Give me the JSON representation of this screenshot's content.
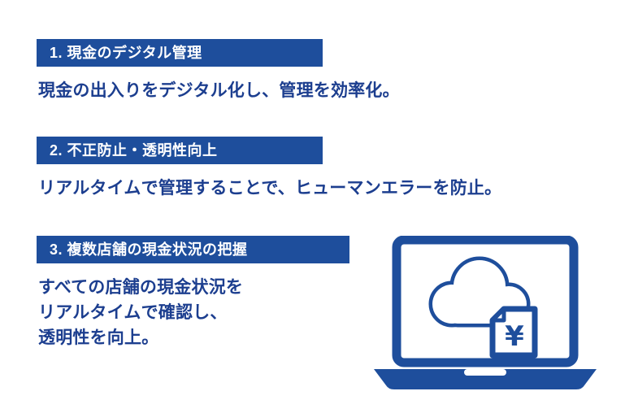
{
  "colors": {
    "primary_blue": "#1e4e9c",
    "text_navy": "#1c3e8f",
    "background": "#ffffff"
  },
  "sections": [
    {
      "header": "1. 現金のデジタル管理",
      "body": "現金の出入りをデジタル化し、管理を効率化。"
    },
    {
      "header": "2. 不正防止・透明性向上",
      "body": "リアルタイムで管理することで、ヒューマンエラーを防止。"
    },
    {
      "header": "3. 複数店舗の現金状況の把握",
      "body_lines": [
        "すべての店舗の現金状況を",
        "リアルタイムで確認し、",
        "透明性を向上。"
      ]
    }
  ],
  "illustration": {
    "name": "cloud-laptop",
    "yen_symbol": "¥"
  }
}
